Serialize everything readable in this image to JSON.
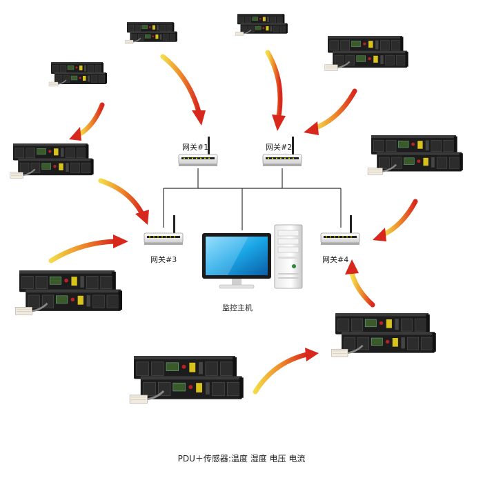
{
  "gateways": [
    {
      "label": "网关#1"
    },
    {
      "label": "网关#2"
    },
    {
      "label": "网关#3"
    },
    {
      "label": "网关#4"
    }
  ],
  "host": {
    "label": "监控主机"
  },
  "caption": "PDU＋传感器:温度 湿度 电压 电流",
  "colors": {
    "pdu_body": "#1c1c1c",
    "pdu_panel": "#2c2c2c",
    "arrow_start": "#f2d33a",
    "arrow_end": "#d7261c",
    "monitor_screen": "#1aa6e6",
    "line": "#333333"
  }
}
